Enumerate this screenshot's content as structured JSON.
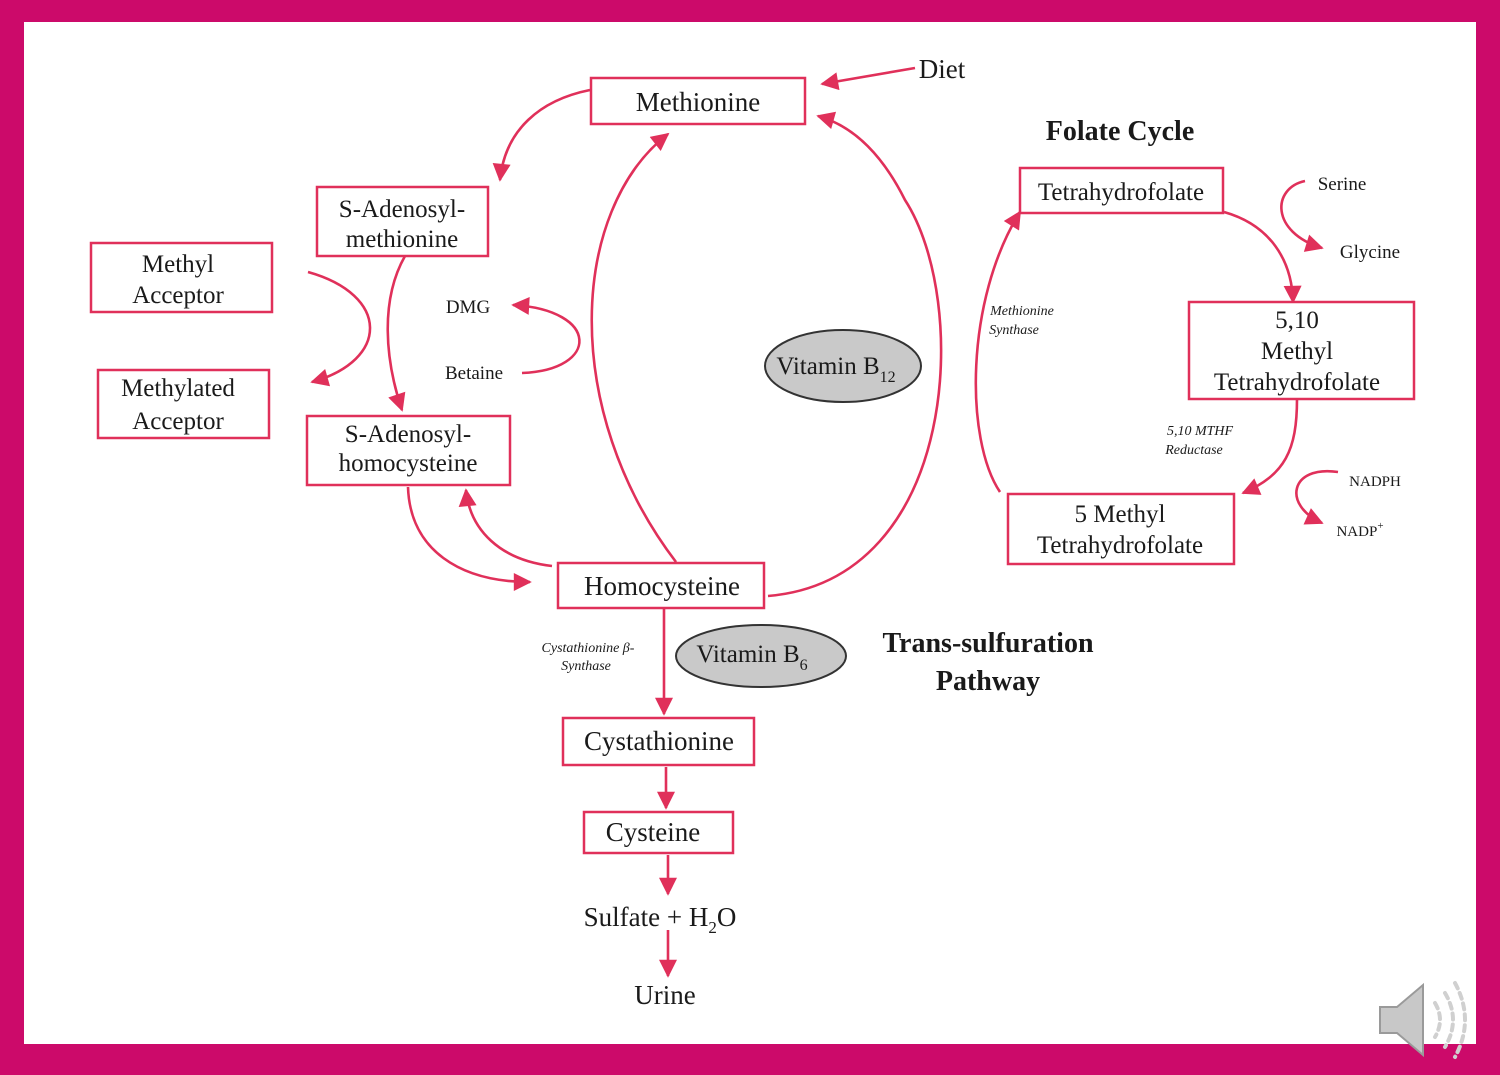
{
  "colors": {
    "frame": "#cc0a6a",
    "accent": "#e0305a",
    "vitamin_fill": "#c9c9c9"
  },
  "nodes": {
    "methionine": "Methionine",
    "diet": "Diet",
    "sam_line1": "S-Adenosyl-",
    "sam_line2": "methionine",
    "methyl_acceptor_line1": "Methyl",
    "methyl_acceptor_line2": "Acceptor",
    "methylated_acceptor_line1": "Methylated",
    "methylated_acceptor_line2": "Acceptor",
    "dmg": "DMG",
    "betaine": "Betaine",
    "sah_line1": "S-Adenosyl-",
    "sah_line2": "homocysteine",
    "homocysteine": "Homocysteine",
    "cystathionine": "Cystathionine",
    "cysteine": "Cysteine",
    "sulfate": "Sulfate + H",
    "sulfate_sub": "2",
    "sulfate_o": "O",
    "urine": "Urine",
    "thf": "Tetrahydrofolate",
    "serine": "Serine",
    "glycine": "Glycine",
    "mthf510_line1": "5,10",
    "mthf510_line2": "Methyl",
    "mthf510_line3": "Tetrahydrofolate",
    "mthf5_line1": "5 Methyl",
    "mthf5_line2": "Tetrahydrofolate",
    "nadph": "NADPH",
    "nadp": "NADP",
    "nadp_sup": "+"
  },
  "enzymes": {
    "methionine_synthase_line1": "Methionine",
    "methionine_synthase_line2": "Synthase",
    "mthf_reductase_line1": "5,10 MTHF",
    "mthf_reductase_line2": "Reductase",
    "cbs_line1": "Cystathionine  β-",
    "cbs_line2": "Synthase"
  },
  "vitamins": {
    "b12": "Vitamin B",
    "b12_sub": "12",
    "b6": "Vitamin B",
    "b6_sub": "6"
  },
  "headings": {
    "folate_cycle": "Folate Cycle",
    "trans_line1": "Trans-sulfuration",
    "trans_line2": "Pathway"
  },
  "icons": {
    "audio": "speaker-icon"
  }
}
